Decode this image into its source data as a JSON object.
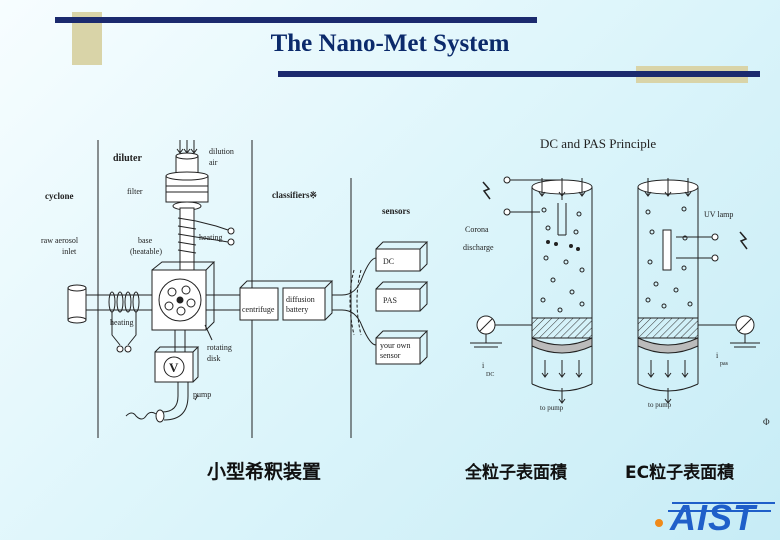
{
  "slide": {
    "title": "The Nano-Met System",
    "left_diagram": {
      "labels": {
        "diluter": "diluter",
        "dilution_air": "dilution\nair",
        "filter": "filter",
        "cyclone": "cyclone",
        "raw_aerosol_inlet": "raw aerosol\ninlet",
        "base": "base\n(heatable)",
        "heating_top": "heating",
        "heating_bottom": "heating",
        "classifiers": "classifiers※",
        "sensors": "sensors",
        "centrifuge": "centrifuge",
        "diffusion_battery": "diffusion\nbattery",
        "dc": "DC",
        "pas": "PAS",
        "your_own_sensor": "your own\nsensor",
        "rotating_disk": "rotating\ndisk",
        "pump": "pump",
        "pump_symbol": "V"
      },
      "caption": "小型希釈装置"
    },
    "right_diagram": {
      "title": "DC and PAS Principle",
      "labels": {
        "corona": "Corona",
        "discharge": "discharge",
        "uv_lamp": "UV lamp",
        "i_dc_i": "i",
        "i_dc_sub": "DC",
        "i_pas_i": "i",
        "i_pas_sub": "pas",
        "to_pump_left": "to pump",
        "to_pump_right": "to pump",
        "phi": "Φ"
      },
      "caption_left": "全粒子表面積",
      "caption_right": "EC粒子表面積"
    },
    "logo_text": "AIST",
    "colors": {
      "title": "#0b2a6b",
      "navy_bar": "#1b2a6e",
      "tan_block": "#d9d4a8",
      "logo_blue": "#1f5fc9",
      "logo_dot": "#f08a1a"
    }
  }
}
